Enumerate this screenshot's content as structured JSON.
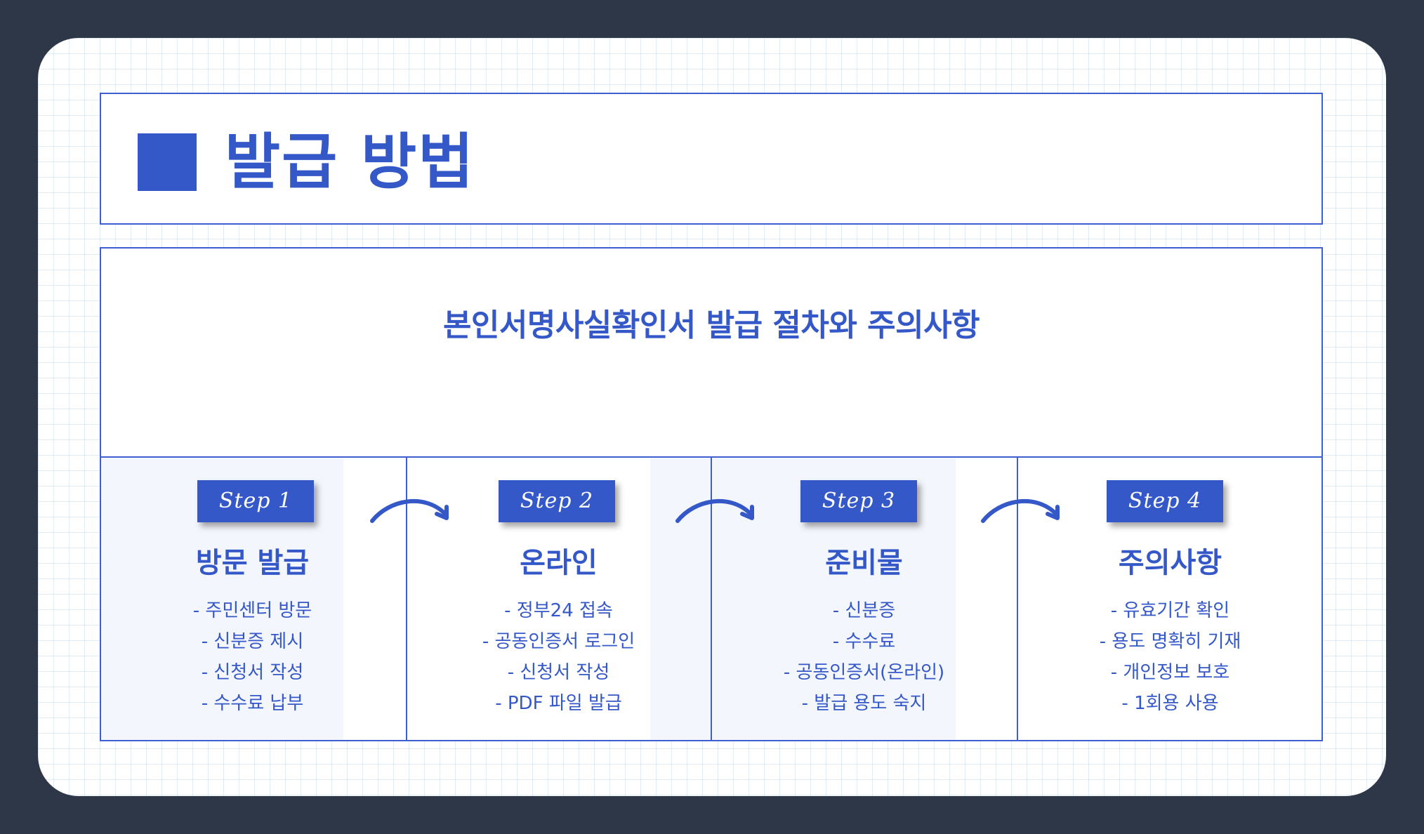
{
  "header": {
    "title": "발급 방법"
  },
  "subtitle": "본인서명사실확인서 발급 절차와 주의사항",
  "steps": [
    {
      "tag": "Step 1",
      "title": "방문 발급",
      "items": [
        "- 주민센터 방문",
        "- 신분증 제시",
        "- 신청서 작성",
        "- 수수료 납부"
      ]
    },
    {
      "tag": "Step 2",
      "title": "온라인",
      "items": [
        "- 정부24 접속",
        "- 공동인증서 로그인",
        "- 신청서 작성",
        "- PDF 파일 발급"
      ]
    },
    {
      "tag": "Step 3",
      "title": "준비물",
      "items": [
        "- 신분증",
        "- 수수료",
        "- 공동인증서(온라인)",
        "- 발급 용도 숙지"
      ]
    },
    {
      "tag": "Step 4",
      "title": "주의사항",
      "items": [
        "- 유효기간 확인",
        "- 용도 명확히 기재",
        "- 개인정보 보호",
        "- 1회용 사용"
      ]
    }
  ],
  "colors": {
    "accent": "#3558c9",
    "border": "#3d5fcf",
    "shaded": "#f3f6fd",
    "frame": "#2e3748"
  },
  "icons": [
    "square-bullet-icon",
    "curved-arrow-icon"
  ]
}
